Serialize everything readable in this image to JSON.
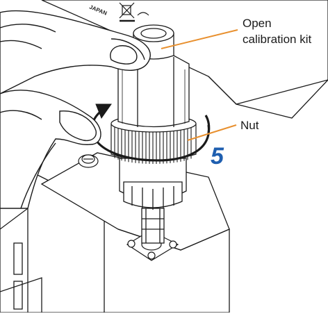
{
  "labels": {
    "open_kit_line1": "Open",
    "open_kit_line2": "calibration kit",
    "nut": "Nut",
    "step": "5",
    "housing_text": "JAPAN"
  },
  "colors": {
    "leader_line": "#e8902f",
    "rotation_arrow": "#1a1a1a",
    "step_number": "#1f5fb0"
  },
  "icons": {
    "rotation_arrow": "clockwise-circular-arrow-icon",
    "disposal_mark": "crossed-out-bin-icon"
  }
}
